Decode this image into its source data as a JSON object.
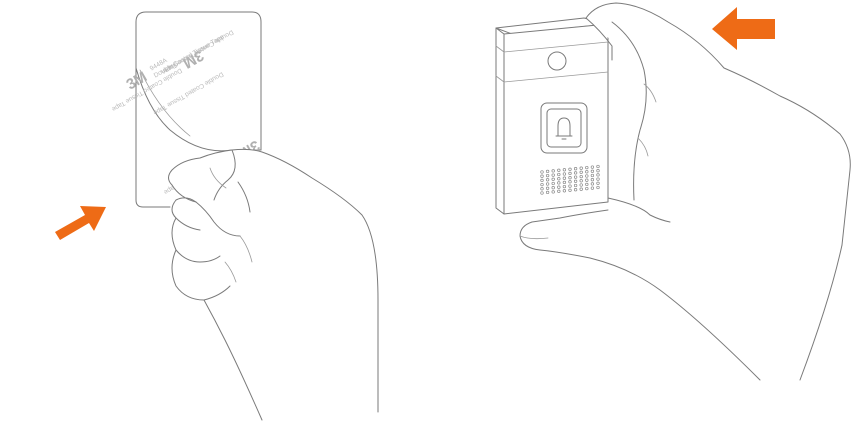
{
  "colors": {
    "arrow": "#ee6b16",
    "line": "#7a7a7a"
  },
  "panels": [
    {
      "name": "peel-tape-step",
      "tape_text": {
        "brand": "3M",
        "product": "Double Coated Tissue Tape",
        "code": "9448A",
        "brand_mirrored": "3M",
        "product_mirrored": "Double Coated Tissue Tape",
        "code_mirrored": "9448A"
      },
      "arrow_direction": "up-right"
    },
    {
      "name": "press-doorbell-step",
      "button_icon": "bell-icon",
      "arrow_direction": "left"
    }
  ]
}
